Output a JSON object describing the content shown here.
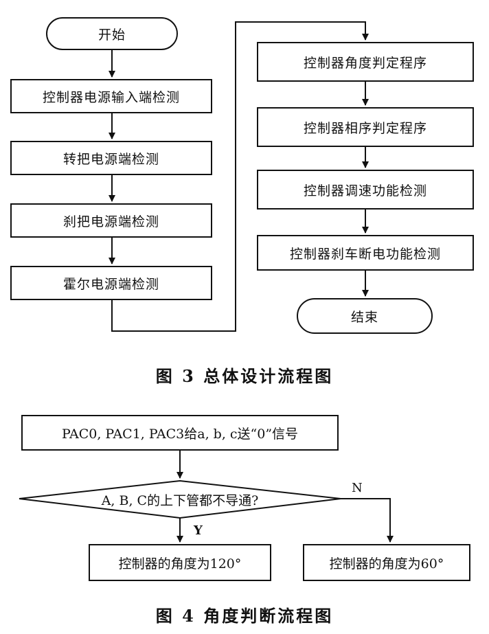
{
  "fig3": {
    "start": "开始",
    "left_steps": [
      "控制器电源输入端检测",
      "转把电源端检测",
      "刹把电源端检测",
      "霍尔电源端检测"
    ],
    "right_steps": [
      "控制器角度判定程序",
      "控制器相序判定程序",
      "控制器调速功能检测",
      "控制器刹车断电功能检测"
    ],
    "end": "结束",
    "caption": "图 3   总体设计流程图"
  },
  "fig4": {
    "init": "PAC0, PAC1, PAC3给a, b, c送“0”信号",
    "decision": "A, B, C的上下管都不导通?",
    "yes_label": "Y",
    "no_label": "N",
    "yes_result": "控制器的角度为120°",
    "no_result": "控制器的角度为60°",
    "caption": "图 4   角度判断流程图"
  }
}
